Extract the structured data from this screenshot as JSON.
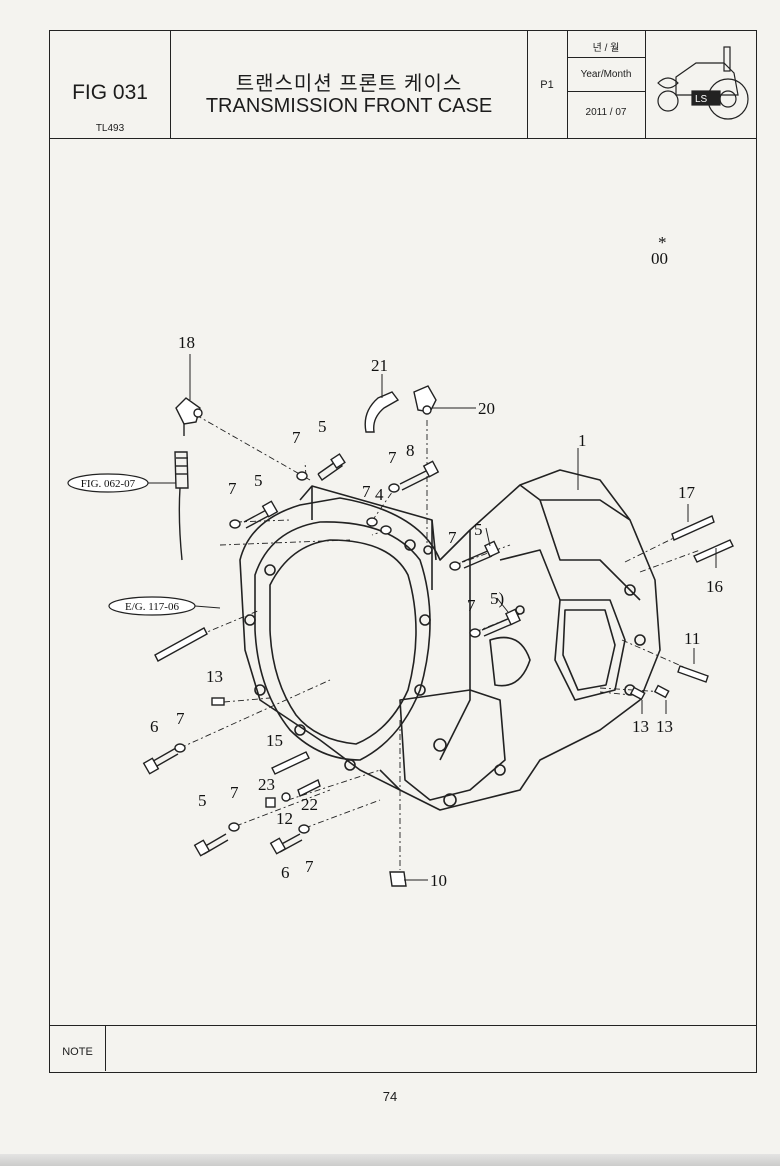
{
  "header": {
    "fig_number": "FIG 031",
    "fig_code": "TL493",
    "title_kr": "트랜스미션 프론트 케이스",
    "title_en": "TRANSMISSION FRONT CASE",
    "page": "P1",
    "year_month_kr": "년 / 월",
    "year_month_en": "Year/Month",
    "date": "2011 / 07"
  },
  "callouts": {
    "c1": "1",
    "c4": "4",
    "c5a": "5",
    "c5b": "5",
    "c5c": "5",
    "c5d": "5)",
    "c5e": "5",
    "c6a": "6",
    "c6b": "6",
    "c7a": "7",
    "c7b": "7",
    "c7c": "7",
    "c7d": "7",
    "c7e": "7",
    "c7f": "7",
    "c7g": "7",
    "c7h": "7",
    "c7i": "7",
    "c8": "8",
    "c10": "10",
    "c11": "11",
    "c12": "12",
    "c13a": "13",
    "c13b": "13",
    "c13c": "13",
    "c15": "15",
    "c16": "16",
    "c17": "17",
    "c18": "18",
    "c20": "20",
    "c21": "21",
    "c22": "22",
    "c23": "23",
    "star": "*",
    "c00": "00"
  },
  "references": {
    "fig_ref": "FIG. 062-07",
    "eg_ref": "E/G. 117-06"
  },
  "note": {
    "label": "NOTE"
  },
  "page_number": "74"
}
